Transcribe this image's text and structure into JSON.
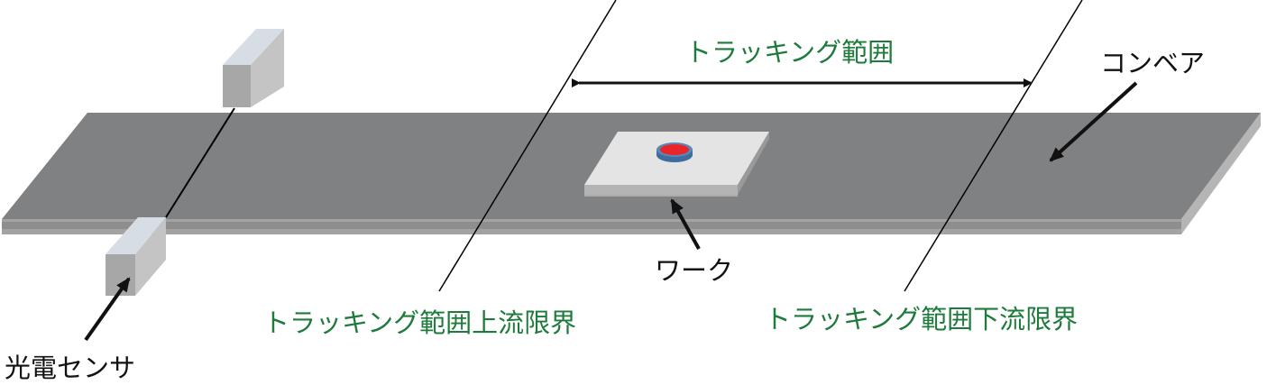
{
  "labels": {
    "tracking_range": "トラッキング範囲",
    "conveyor": "コンベア",
    "work": "ワーク",
    "photo_sensor": "光電センサ",
    "upstream_limit": "トラッキング範囲上流限界",
    "downstream_limit": "トラッキング範囲下流限界"
  },
  "colors": {
    "label_green": "#1e7b3c",
    "conveyor_top": "#808182",
    "conveyor_edge": "#a3a3a3",
    "work_top": "#e4e4e4",
    "disk_red": "#e8262a",
    "disk_rim": "#3d6d9e"
  }
}
